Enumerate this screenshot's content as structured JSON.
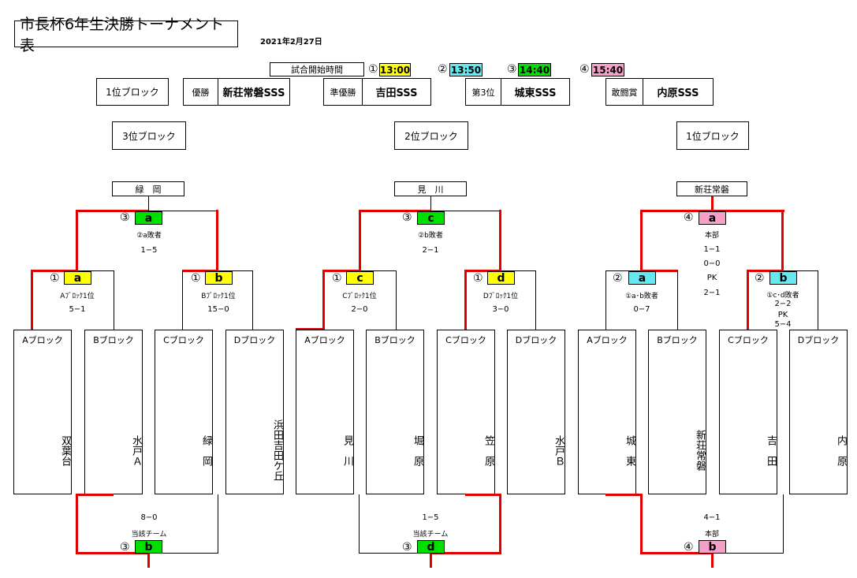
{
  "title": "市長杯6年生決勝トーナメント表",
  "date": "2021年2月27日",
  "schedule": {
    "label": "試合開始時間",
    "slots": [
      {
        "num": "①",
        "time": "13:00",
        "color": "#ffff00"
      },
      {
        "num": "②",
        "time": "13:50",
        "color": "#66e8f0"
      },
      {
        "num": "③",
        "time": "14:40",
        "color": "#00e000"
      },
      {
        "num": "④",
        "time": "15:40",
        "color": "#f5a0c8"
      }
    ]
  },
  "results": {
    "block_label": "1位ブロック",
    "winner_label": "優勝",
    "winner": "新荘常磐SSS",
    "runnerup_label": "準優勝",
    "runnerup": "吉田SSS",
    "third_label": "第3位",
    "third": "城東SSS",
    "fighting_label": "敢闘賞",
    "fighting": "内原SSS"
  },
  "brackets": [
    {
      "block": "3位ブロック",
      "final_winner": "緑　岡",
      "final": {
        "num": "③",
        "code": "a",
        "note": "②a敗者",
        "score": "1−5"
      },
      "semis": [
        {
          "num": "①",
          "code": "a",
          "note": "Aﾌﾞﾛｯｸ1位",
          "score": "5−1"
        },
        {
          "num": "①",
          "code": "b",
          "note": "Bﾌﾞﾛｯｸ1位",
          "score": "15−0"
        }
      ],
      "teams": [
        {
          "block": "Aブロック",
          "name": "双葉台"
        },
        {
          "block": "Bブロック",
          "name": "水戸Ａ"
        },
        {
          "block": "Cブロック",
          "name": "緑　岡"
        },
        {
          "block": "Dブロック",
          "name": "浜田吉田ケ丘"
        }
      ],
      "bottom": {
        "num": "③",
        "code": "b",
        "note": "当該チーム",
        "score": "8−0"
      }
    },
    {
      "block": "2位ブロック",
      "final_winner": "見　川",
      "final": {
        "num": "③",
        "code": "c",
        "note": "②b敗者",
        "score": "2−1"
      },
      "semis": [
        {
          "num": "①",
          "code": "c",
          "note": "Cﾌﾞﾛｯｸ1位",
          "score": "2−0"
        },
        {
          "num": "①",
          "code": "d",
          "note": "Dﾌﾞﾛｯｸ1位",
          "score": "3−0"
        }
      ],
      "teams": [
        {
          "block": "Aブロック",
          "name": "見　川"
        },
        {
          "block": "Bブロック",
          "name": "堀　原"
        },
        {
          "block": "Cブロック",
          "name": "笠　原"
        },
        {
          "block": "Dブロック",
          "name": "水戸Ｂ"
        }
      ],
      "bottom": {
        "num": "③",
        "code": "d",
        "note": "当該チーム",
        "score": "1−5"
      }
    },
    {
      "block": "1位ブロック",
      "final_winner": "新荘常磐",
      "final": {
        "num": "④",
        "code": "a",
        "note": "本部",
        "score_lines": [
          "1−1",
          "0−0",
          "PK",
          "2−1"
        ]
      },
      "semis": [
        {
          "num": "②",
          "code": "a",
          "note": "①a･b敗者",
          "score_lines": [
            "0−7"
          ]
        },
        {
          "num": "②",
          "code": "b",
          "note": "①c･d敗者",
          "score_lines": [
            "2−2",
            "PK",
            "5−4"
          ]
        }
      ],
      "teams": [
        {
          "block": "Aブロック",
          "name": "城　東"
        },
        {
          "block": "Bブロック",
          "name": "新荘常磐"
        },
        {
          "block": "Cブロック",
          "name": "吉　田"
        },
        {
          "block": "Dブロック",
          "name": "内　原"
        }
      ],
      "bottom": {
        "num": "④",
        "code": "b",
        "note": "本部",
        "score": "4−1"
      }
    }
  ]
}
